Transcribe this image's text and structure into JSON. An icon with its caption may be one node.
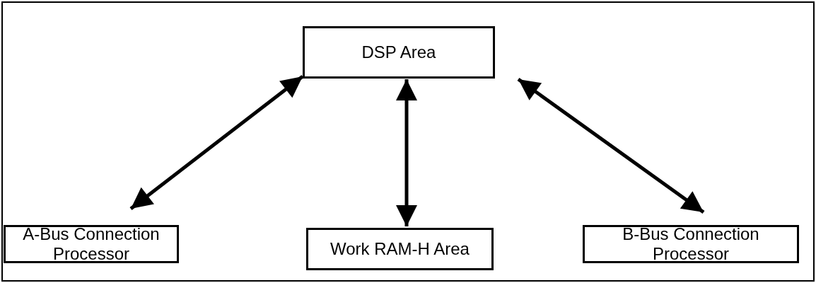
{
  "diagram": {
    "nodes": [
      {
        "text": [
          "DSP Area"
        ]
      },
      {
        "text": [
          "A-Bus Connection Processor"
        ]
      },
      {
        "text": [
          "Work RAM-H Area"
        ]
      },
      {
        "text": [
          "B-Bus Connection Processor"
        ]
      }
    ],
    "edges": [
      {
        "from": 0,
        "to": 1,
        "arrow": "both"
      },
      {
        "from": 0,
        "to": 2,
        "arrow": "both"
      },
      {
        "from": 0,
        "to": 3,
        "arrow": "both"
      }
    ]
  }
}
